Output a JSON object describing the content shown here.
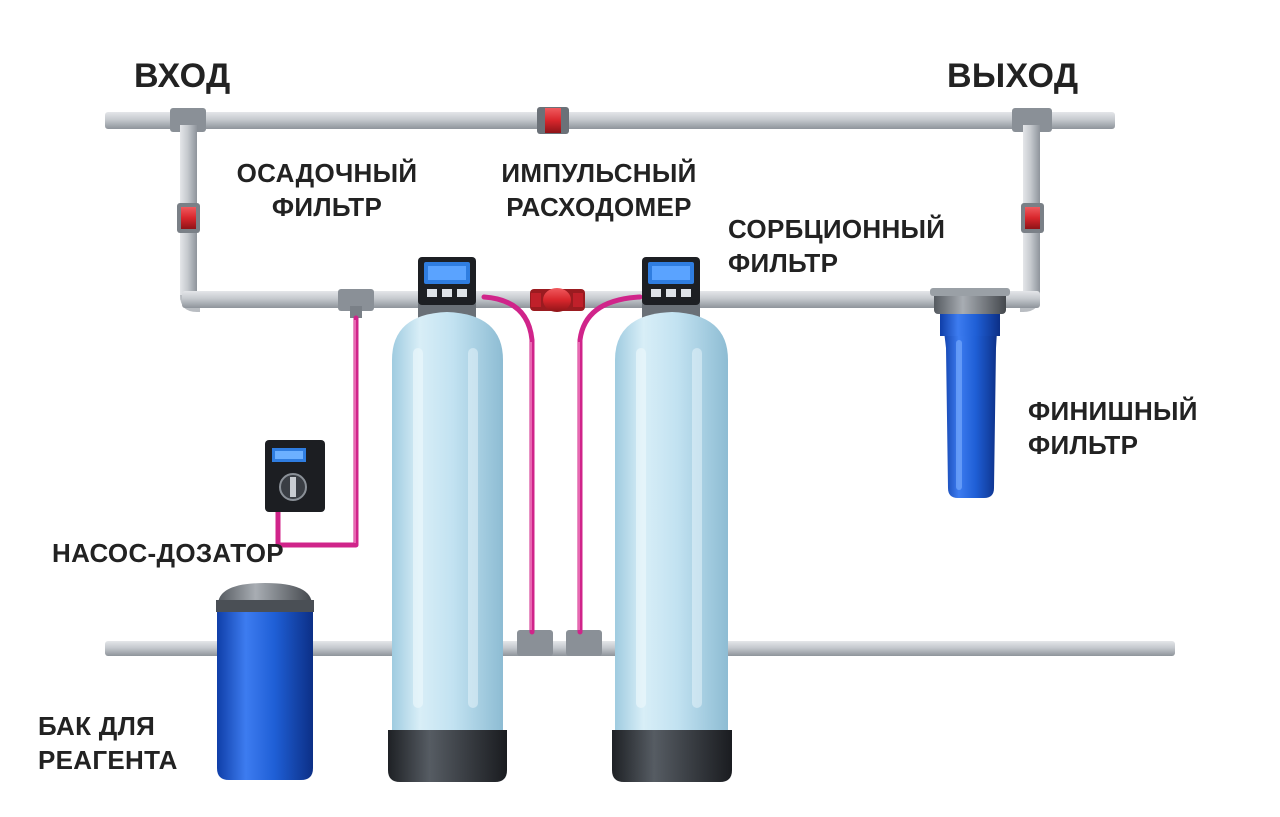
{
  "labels": {
    "inlet": "ВХОД",
    "outlet": "ВЫХОД",
    "sediment_filter": [
      "ОСАДОЧНЫЙ",
      "ФИЛЬТР"
    ],
    "pulse_flowmeter": [
      "ИМПУЛЬСНЫЙ",
      "РАСХОДОМЕР"
    ],
    "sorption_filter": [
      "СОРБЦИОННЫЙ",
      "ФИЛЬТР"
    ],
    "finish_filter": [
      "ФИНИШНЫЙ",
      "ФИЛЬТР"
    ],
    "dosing_pump": "НАСОС-ДОЗАТОР",
    "reagent_tank": [
      "БАК ДЛЯ",
      "РЕАГЕНТА"
    ]
  },
  "colors": {
    "pipe": "#b9bdc2",
    "tank_body": "#bfe1f0",
    "tank_base": "#2f3338",
    "hose": "#d0248a",
    "valve": "#d8262c",
    "blue_vessel": "#1f5fd6",
    "controller_screen": "#2f7de0"
  }
}
